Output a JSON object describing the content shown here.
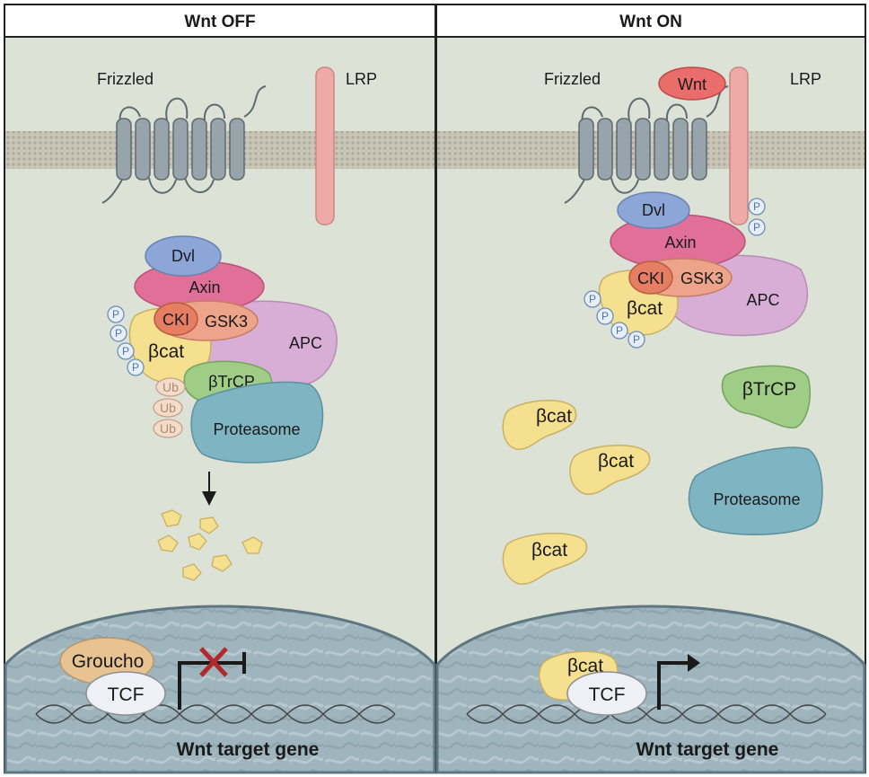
{
  "panels": {
    "off": {
      "title": "Wnt OFF",
      "frizzled": "Frizzled",
      "lrp": "LRP",
      "dvl": "Dvl",
      "axin": "Axin",
      "cki": "CKI",
      "gsk3": "GSK3",
      "apc": "APC",
      "bcat": "βcat",
      "btrcp": "βTrCP",
      "proteasome": "Proteasome",
      "phospho": "P",
      "ubiquitin": "Ub",
      "groucho": "Groucho",
      "tcf": "TCF",
      "target_gene": "Wnt target gene"
    },
    "on": {
      "title": "Wnt ON",
      "frizzled": "Frizzled",
      "lrp": "LRP",
      "wnt": "Wnt",
      "dvl": "Dvl",
      "axin": "Axin",
      "cki": "CKI",
      "gsk3": "GSK3",
      "apc": "APC",
      "bcat": "βcat",
      "btrcp": "βTrCP",
      "proteasome": "Proteasome",
      "phospho": "P",
      "tcf": "TCF",
      "target_gene": "Wnt target gene"
    }
  },
  "colors": {
    "cytoplasm": "#dde2d6",
    "membrane": "#c9c6b8",
    "nucleus": "#9fb5bd",
    "frizzled": "#97a4ab",
    "lrp": "#eeaaa6",
    "wnt": "#e96d6a",
    "dvl": "#8da6d8",
    "axin": "#e07098",
    "cki": "#e67e63",
    "gsk3": "#eda48a",
    "apc": "#d8aed6",
    "bcat": "#f4e08e",
    "btrcp": "#9fcc86",
    "proteasome": "#7fb4c2",
    "tcf": "#eef0f5",
    "groucho": "#e7c392",
    "block": "#b3282d"
  }
}
